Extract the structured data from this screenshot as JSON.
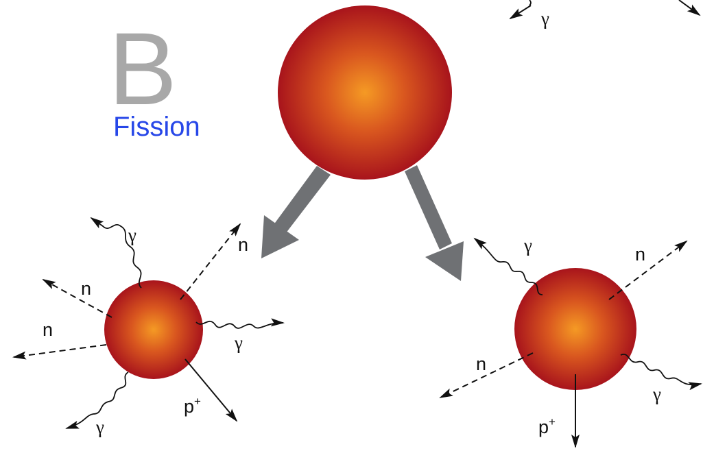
{
  "panel": {
    "letter": "B",
    "title": "Fission"
  },
  "labels": {
    "gamma": "γ",
    "neutron": "n",
    "proton_base": "p",
    "proton_charge": "+"
  },
  "colors": {
    "nucleus_center": "#f59a24",
    "nucleus_edge": "#a8141c",
    "arrow_gray": "#6f7174",
    "title_blue": "#2747e8",
    "letter_gray": "#a8a8a8"
  }
}
